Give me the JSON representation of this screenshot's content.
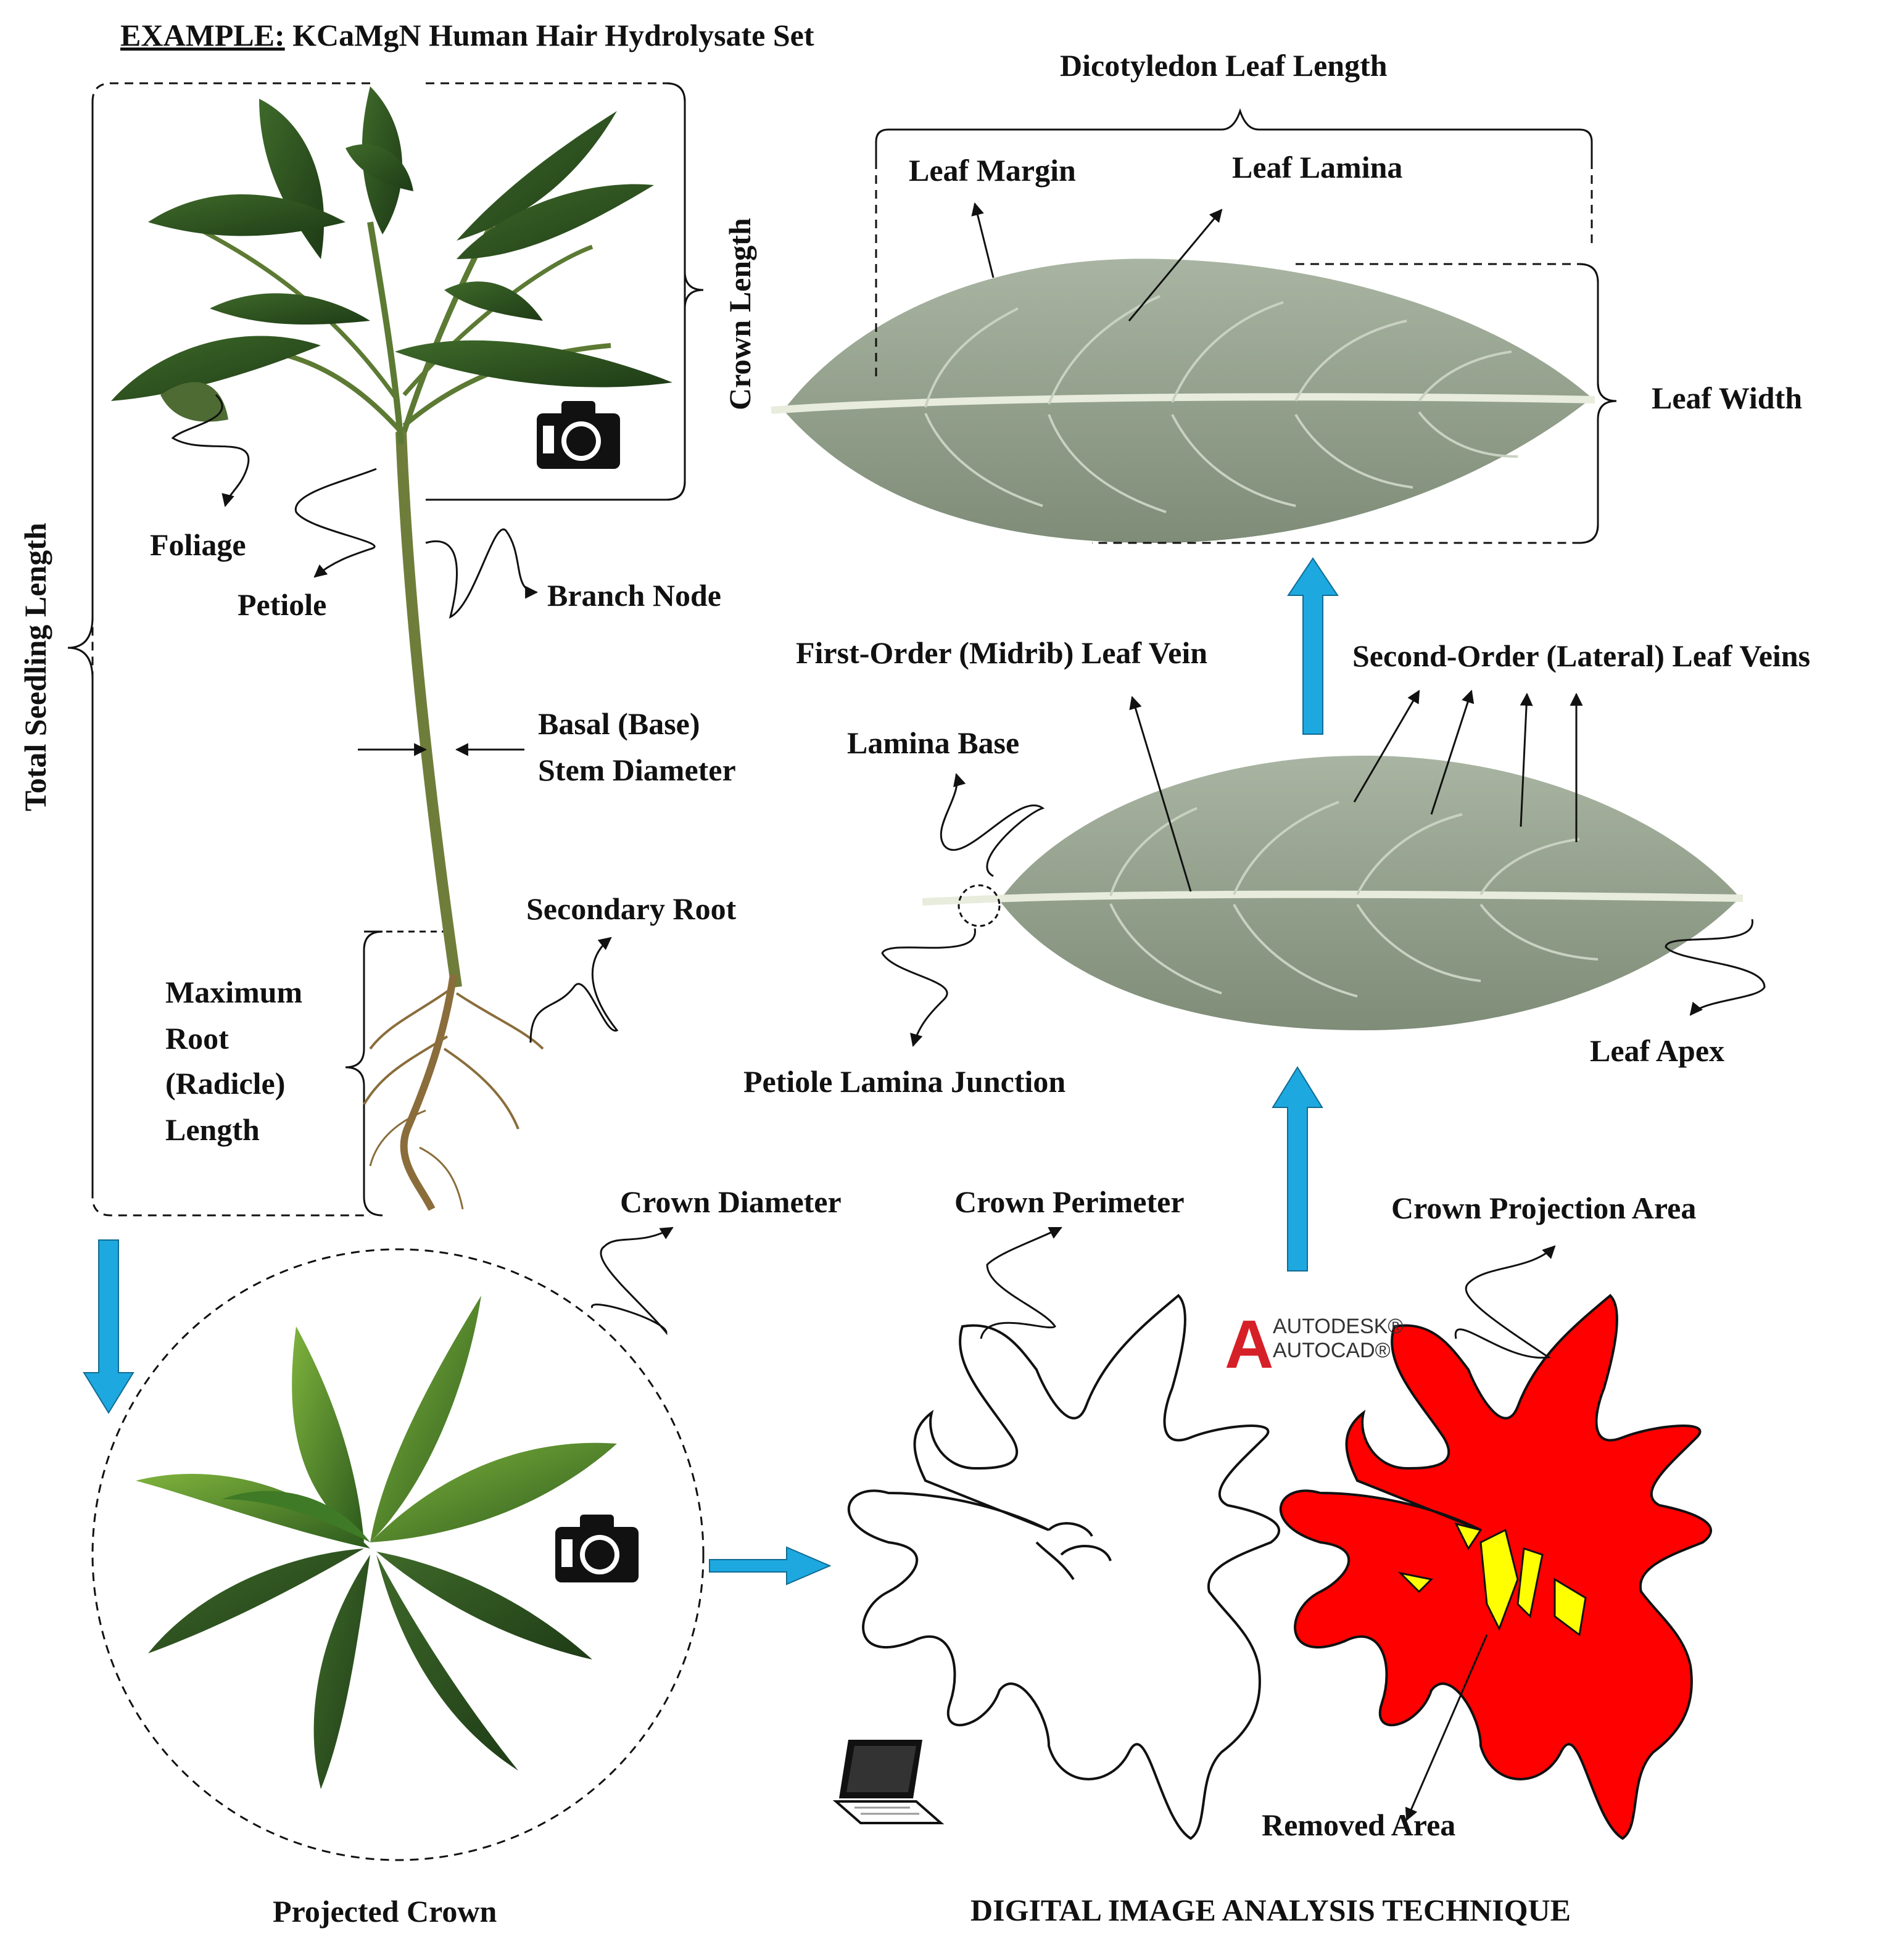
{
  "example": {
    "prefix": "EXAMPLE:",
    "text": "KCaMgN Human Hair Hydrolysate Set"
  },
  "labels": {
    "total_seedling_length": "Total Seedling Length",
    "crown_length": "Crown Length",
    "foliage": "Foliage",
    "petiole": "Petiole",
    "branch_node": "Branch Node",
    "basal_stem_1": "Basal (Base)",
    "basal_stem_2": "Stem Diameter",
    "secondary_root": "Secondary Root",
    "max_root_1": "Maximum",
    "max_root_2": "Root",
    "max_root_3": "(Radicle)",
    "max_root_4": "Length",
    "dicot_leaf_length": "Dicotyledon Leaf Length",
    "leaf_margin": "Leaf Margin",
    "leaf_lamina": "Leaf Lamina",
    "leaf_width": "Leaf Width",
    "first_order_vein": "First-Order (Midrib) Leaf Vein",
    "second_order_veins": "Second-Order (Lateral) Leaf Veins",
    "lamina_base": "Lamina Base",
    "petiole_lamina_junction": "Petiole Lamina Junction",
    "leaf_apex": "Leaf Apex",
    "crown_diameter": "Crown Diameter",
    "crown_perimeter": "Crown Perimeter",
    "crown_projection_area": "Crown Projection Area",
    "removed_area": "Removed Area",
    "projected_crown": "Projected Crown",
    "digital_image_analysis": "DIGITAL IMAGE ANALYSIS TECHNIQUE"
  },
  "logo": {
    "letter": "A",
    "line1": "AUTODESK®",
    "line2": "AUTOCAD®"
  },
  "icons": [
    "camera-icon",
    "laptop-icon",
    "autocad-logo"
  ],
  "colors": {
    "arrow": "#1ea8e0",
    "crown_fill": "#ff0000",
    "removed": "#ffff00",
    "leaf": "#9aa894",
    "plant": "#2e4a22"
  }
}
